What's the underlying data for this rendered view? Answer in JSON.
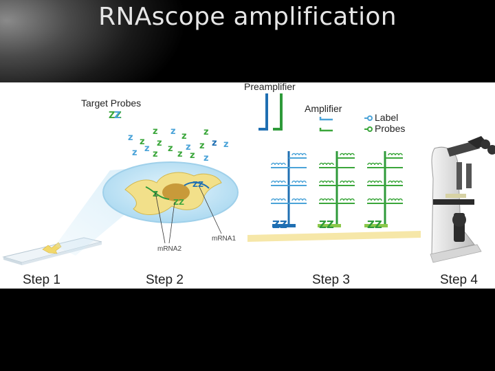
{
  "title": "RNAscope amplification",
  "labels": {
    "target_probes": "Target Probes",
    "preamplifier": "Preamplifier",
    "amplifier": "Amplifier",
    "label": "Label",
    "probes": "Probes",
    "mrna1": "mRNA1",
    "mrna2": "mRNA2"
  },
  "steps": [
    "Step 1",
    "Step 2",
    "Step 3",
    "Step 4"
  ],
  "colors": {
    "blue": "#1f6fb2",
    "green": "#3aa63a",
    "light_green": "#8cc84b",
    "cyan": "#4aa3d8",
    "cell": "#f2e08a",
    "nucleus": "#c89a3a",
    "dish": "#bfe3f5"
  }
}
